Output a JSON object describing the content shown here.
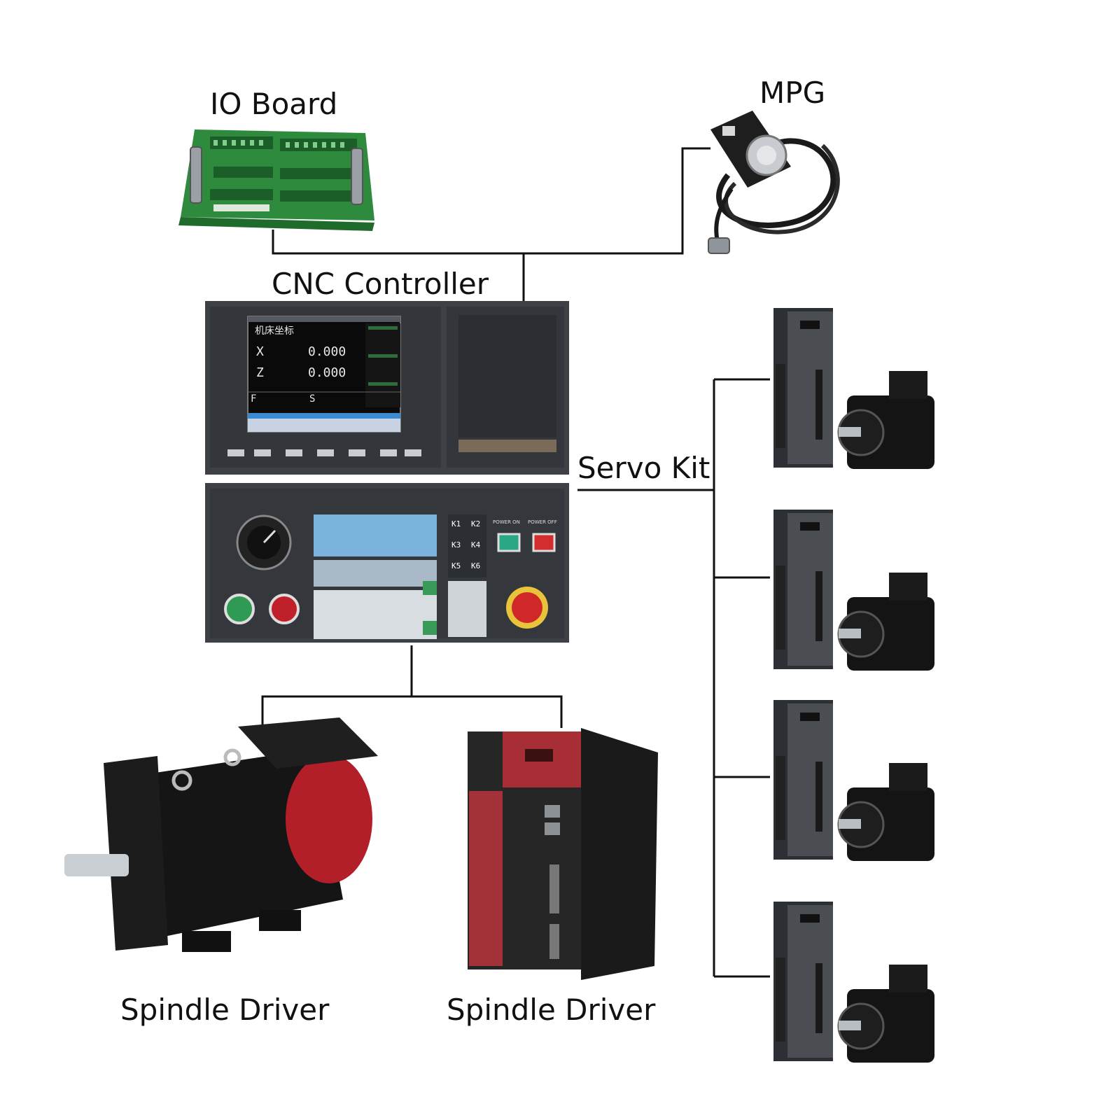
{
  "labels": {
    "io_board": "IO Board",
    "mpg": "MPG",
    "cnc_controller": "CNC Controller",
    "servo_kit": "Servo Kit",
    "spindle_driver_left": "Spindle Driver",
    "spindle_driver_right": "Spindle Driver"
  },
  "screen": {
    "title": "机床坐标",
    "axis_x": "X",
    "value_x": "0.000",
    "axis_z": "Z",
    "value_z": "0.000",
    "f_label": "F",
    "s_label": "S"
  },
  "keypad": {
    "k1": "K1",
    "k2": "K2",
    "k3": "K3",
    "k4": "K4",
    "k5": "K5",
    "k6": "K6",
    "power_on": "POWER ON",
    "power_off": "POWER OFF"
  },
  "colors": {
    "line": "#111111",
    "panel": "#3d4146",
    "panel_dark": "#2b2e32",
    "screen": "#0a0a0a",
    "screen_text": "#e8e8e8",
    "key_blue": "#7ab4dc",
    "key_white": "#eeeeee",
    "key_green": "#3a9a5a",
    "pcb_green": "#2e8b3e",
    "red": "#c0202a",
    "motor_black": "#141414"
  }
}
